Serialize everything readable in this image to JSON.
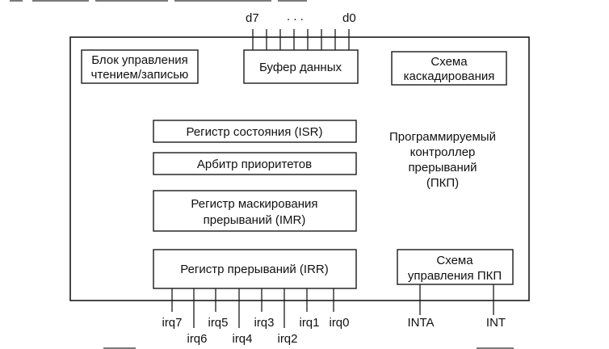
{
  "diagram": {
    "blocks": {
      "rw_control": [
        "Блок управления",
        "чтением/записью"
      ],
      "data_buffer": [
        "Буфер данных"
      ],
      "cascade": [
        "Схема",
        "каскадирования"
      ],
      "isr": [
        "Регистр состояния (ISR)"
      ],
      "arbiter": [
        "Арбитр приоритетов"
      ],
      "imr": [
        "Регистр маскирования",
        "прерываний (IMR)"
      ],
      "irr": [
        "Регистр прерываний (IRR)"
      ],
      "pkp_control": [
        "Схема",
        "управления ПКП"
      ],
      "title": [
        "Программируемый",
        "контроллер",
        "прерываний",
        "(ПКП)"
      ]
    },
    "data_pins": {
      "left": "d7",
      "dots": ". . .",
      "right": "d0"
    },
    "irq_pins": [
      "irq7",
      "irq6",
      "irq5",
      "irq4",
      "irq3",
      "irq2",
      "irq1",
      "irq0"
    ],
    "control_pins": {
      "inta": "INTA",
      "int": "INT"
    }
  }
}
